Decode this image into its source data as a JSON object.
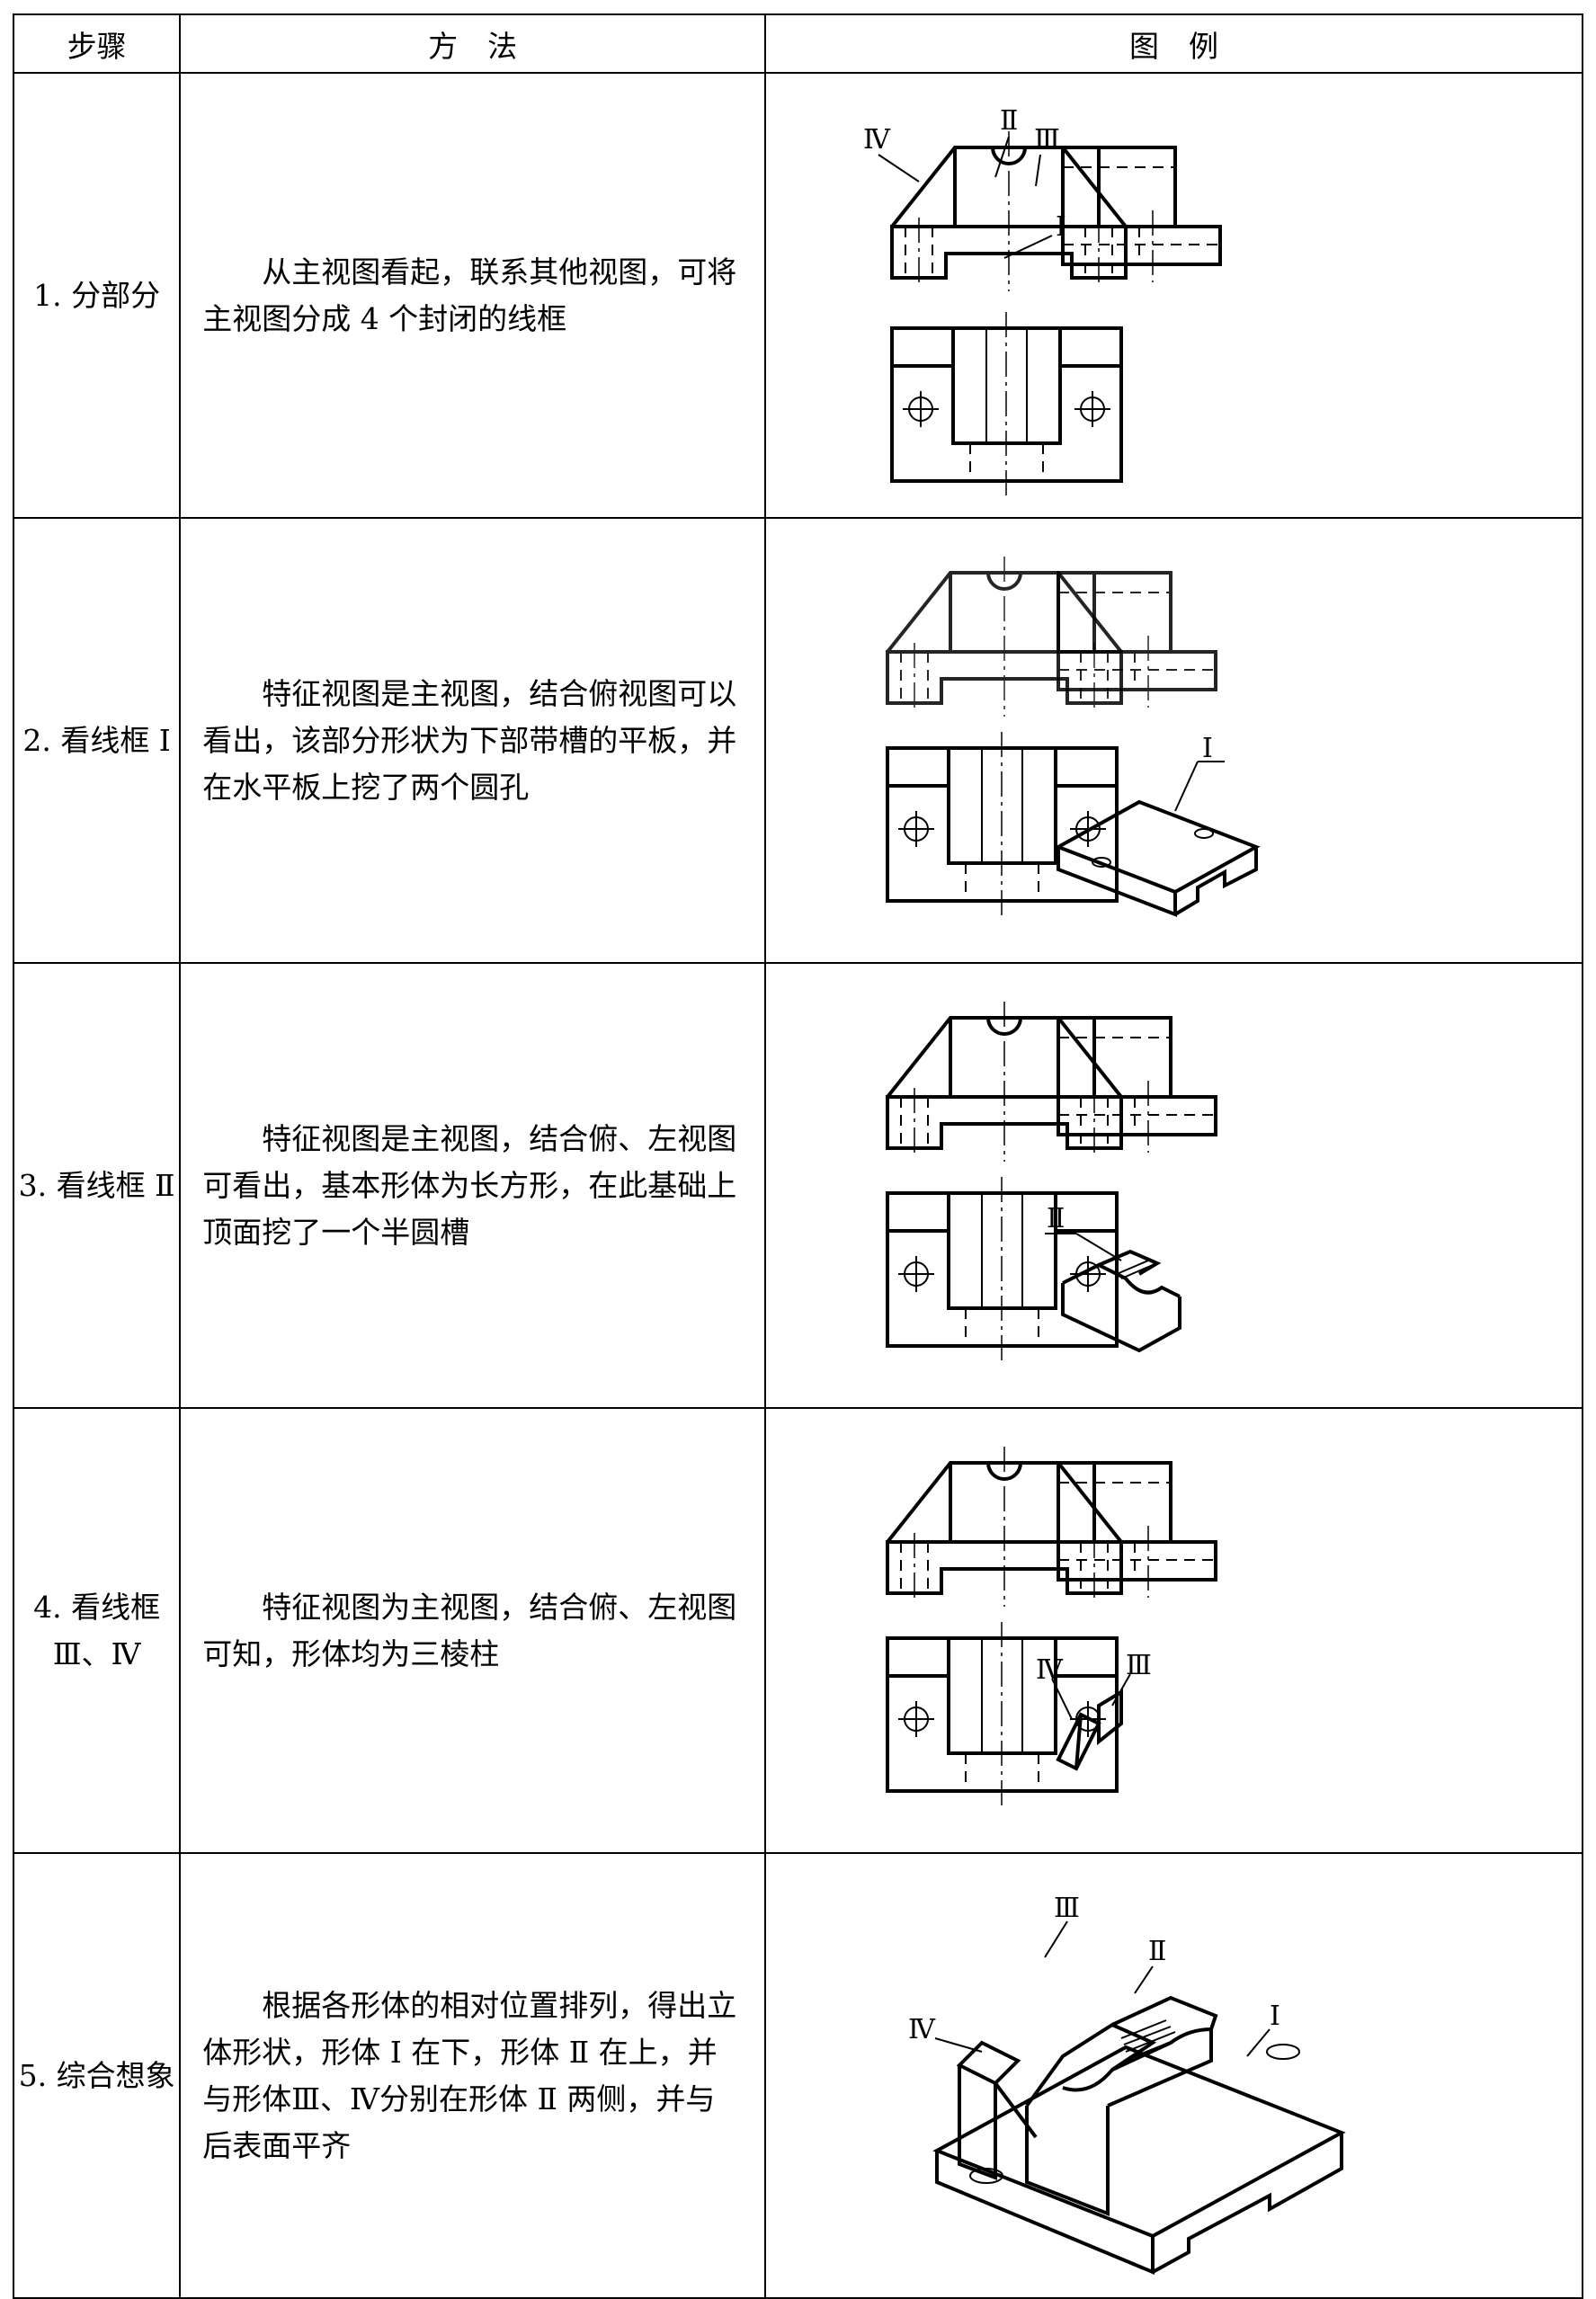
{
  "headers": {
    "step": "步骤",
    "method": "方　法",
    "figure": "图　例"
  },
  "rows": [
    {
      "step": "1. 分部分",
      "method": "从主视图看起，联系其他视图，可将主视图分成 4 个封闭的线框",
      "labels": [
        "Ⅳ",
        "Ⅱ",
        "Ⅲ",
        "Ⅰ"
      ]
    },
    {
      "step": "2. 看线框 Ⅰ",
      "method": "特征视图是主视图，结合俯视图可以看出，该部分形状为下部带槽的平板，并在水平板上挖了两个圆孔",
      "labels": [
        "Ⅰ"
      ]
    },
    {
      "step": "3. 看线框 Ⅱ",
      "method": "特征视图是主视图，结合俯、左视图可看出，基本形体为长方形，在此基础上顶面挖了一个半圆槽",
      "labels": [
        "Ⅱ"
      ]
    },
    {
      "step": "4. 看线框 Ⅲ、Ⅳ",
      "method": "特征视图为主视图，结合俯、左视图可知，形体均为三棱柱",
      "labels": [
        "Ⅳ",
        "Ⅲ"
      ]
    },
    {
      "step": "5. 综合想象",
      "method": "根据各形体的相对位置排列，得出立体形状，形体 Ⅰ 在下，形体 Ⅱ 在上，并与形体Ⅲ、Ⅳ分别在形体 Ⅱ 两侧，并与后表面平齐",
      "labels": [
        "Ⅲ",
        "Ⅱ",
        "Ⅳ",
        "Ⅰ"
      ]
    }
  ]
}
